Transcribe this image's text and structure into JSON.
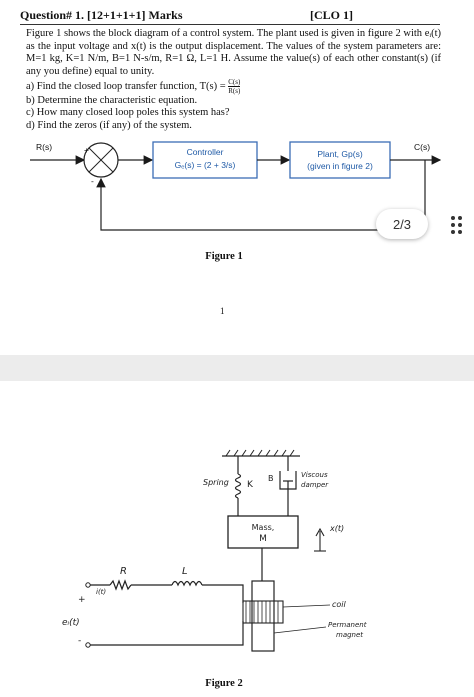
{
  "header": {
    "question": "Question# 1. [12+1+1+1] Marks",
    "clo": "[CLO 1]"
  },
  "intro": "Figure 1 shows the block diagram of a control system. The plant used is given in figure 2 with eᵢ(t) as the input voltage and x(t) is the output displacement. The values of the system parameters are: M=1 kg, K=1 N/m, B=1 N-s/m, R=1 Ω, L=1 H. Assume the value(s) of each other constant(s) (if any you define) equal to unity.",
  "questions": {
    "a_text": "a)  Find the closed loop transfer function, T(s) =",
    "a_num": "C(s)",
    "a_den": "R(s)",
    "b": "b)  Determine the characteristic equation.",
    "c": "c)  How many closed loop poles this system has?",
    "d": "d)  Find the zeros (if any) of the system."
  },
  "figure1": {
    "input_label": "R(s)",
    "output_label": "C(s)",
    "plus_sign": "+",
    "minus_sign": "-",
    "controller_line1": "Controller",
    "controller_line2": "Gₑ(s) = (2 + 3/s)",
    "plant_line1": "Plant, Gp(s)",
    "plant_line2": "(given in figure 2)",
    "caption": "Figure 1",
    "page_number": "1"
  },
  "viewer": {
    "page_indicator": "2/3",
    "menu_icon": "more-dots-icon"
  },
  "figure2": {
    "spring_label": "Spring",
    "k_label": "K",
    "b_label": "B",
    "damper_label_1": "Viscous",
    "damper_label_2": "damper",
    "mass_label_1": "Mass,",
    "mass_label_2": "M",
    "x_label": "x(t)",
    "r_label": "R",
    "l_label": "L",
    "i_label": "i(t)",
    "plus": "+",
    "minus": "-",
    "ei_label": "eᵢ(t)",
    "coil_label": "coil",
    "magnet_label_1": "Permanent",
    "magnet_label_2": "magnet",
    "caption": "Figure 2"
  }
}
